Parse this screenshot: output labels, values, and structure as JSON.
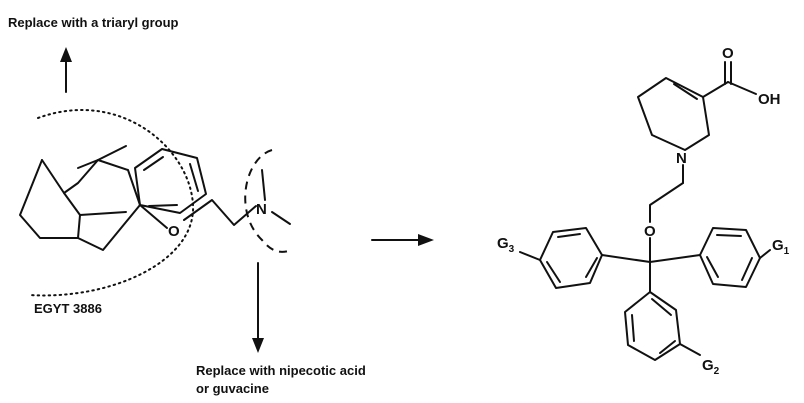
{
  "annotations": {
    "top": "Replace with a triaryl group",
    "bottom_line1": "Replace with nipecotic acid",
    "bottom_line2": "or guvacine"
  },
  "compound": {
    "name": "EGYT 3886"
  },
  "atoms": {
    "oxygen_left": "O",
    "nitrogen_left": "N",
    "nitrogen_right": "N",
    "oxygen_right": "O",
    "carbonyl_oxygen": "O",
    "hydroxyl": "OH"
  },
  "substituents": {
    "g1": "G",
    "g1_sub": "1",
    "g2": "G",
    "g2_sub": "2",
    "g3": "G",
    "g3_sub": "3"
  }
}
